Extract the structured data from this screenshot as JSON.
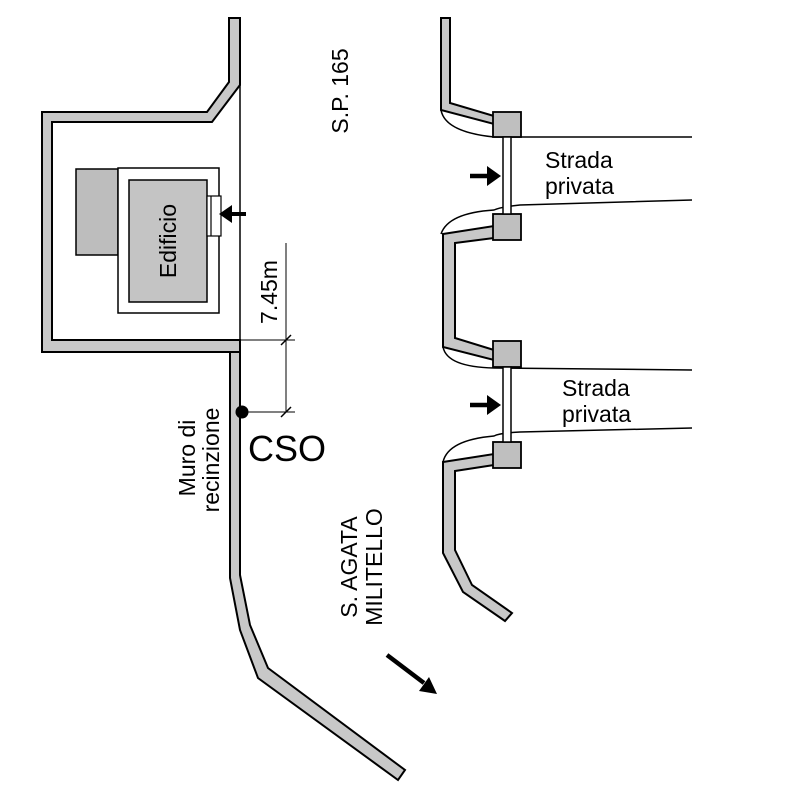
{
  "labels": {
    "road": "S.P. 165",
    "building": "Edificio",
    "distance": "7.45m",
    "wall_line1": "Muro di",
    "wall_line2": "recinzione",
    "cso": "CSO",
    "direction_line1": "S. AGATA",
    "direction_line2": "MILITELLO",
    "private_road_1_line1": "Strada",
    "private_road_1_line2": "privata",
    "private_road_2_line1": "Strada",
    "private_road_2_line2": "privata"
  },
  "colors": {
    "wall_fill": "#c8c8c8",
    "pillar_fill": "#bfbfbf",
    "building_fill": "#c4c4c4",
    "stroke": "#000000",
    "background": "#ffffff"
  }
}
